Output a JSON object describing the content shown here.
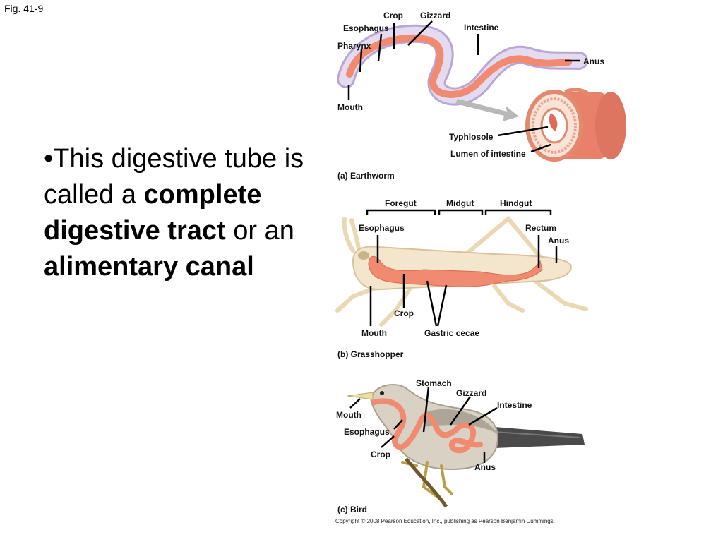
{
  "fig_label": "Fig. 41-9",
  "bullet": {
    "prefix": "•This digestive tube is called a ",
    "term1": "complete digestive tract",
    "middle": " or an ",
    "term2": "alimentary canal"
  },
  "earthworm": {
    "caption": "(a) Earthworm",
    "labels": {
      "crop": "Crop",
      "gizzard": "Gizzard",
      "esophagus": "Esophagus",
      "intestine": "Intestine",
      "pharynx": "Pharynx",
      "anus": "Anus",
      "mouth": "Mouth",
      "typhlosole": "Typhlosole",
      "lumen": "Lumen of intestine"
    }
  },
  "grasshopper": {
    "caption": "(b) Grasshopper",
    "labels": {
      "foregut": "Foregut",
      "midgut": "Midgut",
      "hindgut": "Hindgut",
      "esophagus": "Esophagus",
      "rectum": "Rectum",
      "anus": "Anus",
      "crop": "Crop",
      "mouth": "Mouth",
      "gastric_cecae": "Gastric cecae"
    }
  },
  "bird": {
    "caption": "(c) Bird",
    "labels": {
      "stomach": "Stomach",
      "gizzard": "Gizzard",
      "intestine": "Intestine",
      "mouth": "Mouth",
      "esophagus": "Esophagus",
      "crop": "Crop",
      "anus": "Anus"
    }
  },
  "copyright": "Copyright © 2008 Pearson Education, Inc., publishing as Pearson Benjamin Cummings.",
  "colors": {
    "gut": "#f08a70",
    "body_worm": "#d8c8e8",
    "body_insect": "#f3e6cc",
    "bird_body": "#d9d2c4",
    "bird_dark": "#4a4a4a"
  }
}
